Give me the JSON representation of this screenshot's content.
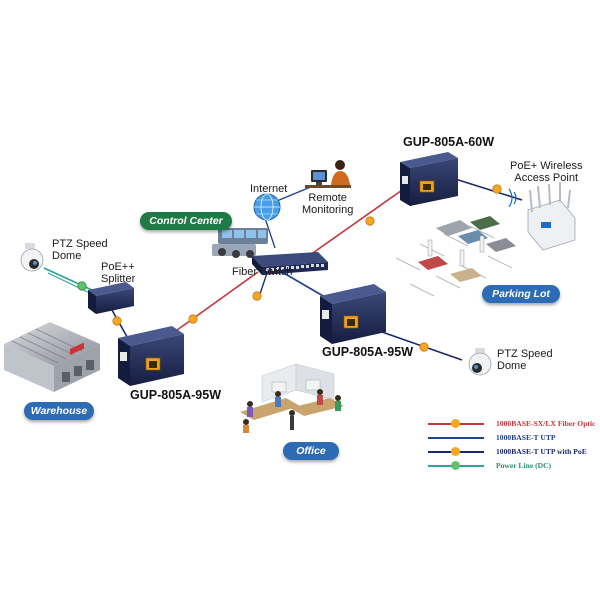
{
  "colors": {
    "fiber": "#c4373c",
    "utp": "#1f3f8f",
    "utp_poe": "#1a2a6c",
    "power": "#2aa39a",
    "poe_dot": "#f5a623",
    "power_dot": "#5fc36b",
    "tag_green": "#1f7a45",
    "tag_blue": "#2d6cb5",
    "device_navy": "#1f2a55"
  },
  "labels": {
    "control_center": "Control Center",
    "internet": "Internet",
    "remote_monitoring": "Remote\nMonitoring",
    "fiber_switch": "Fiber Switch",
    "gup_60w": "GUP-805A-60W",
    "poe_ap": "PoE+ Wireless\nAccess Point",
    "parking_lot": "Parking Lot",
    "gup_95w_right": "GUP-805A-95W",
    "ptz_right": "PTZ Speed\nDome",
    "ptz_left": "PTZ Speed\nDome",
    "poe_splitter": "PoE++\nSplitter",
    "gup_95w_left": "GUP-805A-95W",
    "warehouse": "Warehouse",
    "office": "Office"
  },
  "legend": [
    {
      "text": "1000BASE-SX/LX Fiber Optic",
      "color": "#c4373c",
      "dot": "#f5a623"
    },
    {
      "text": "1000BASE-T UTP",
      "color": "#1f3f8f",
      "dot": ""
    },
    {
      "text": "1000BASE-T UTP with PoE",
      "color": "#1a2a6c",
      "dot": "#f5a623"
    },
    {
      "text": "Power Line (DC)",
      "color": "#2aa39a",
      "dot": "#5fc36b"
    }
  ],
  "icons": [
    "globe-icon",
    "person-at-computer-icon",
    "fiber-switch-icon",
    "ptz-camera-icon",
    "access-point-icon",
    "warehouse-icon",
    "office-icon",
    "parking-lot-icon",
    "control-room-icon"
  ]
}
